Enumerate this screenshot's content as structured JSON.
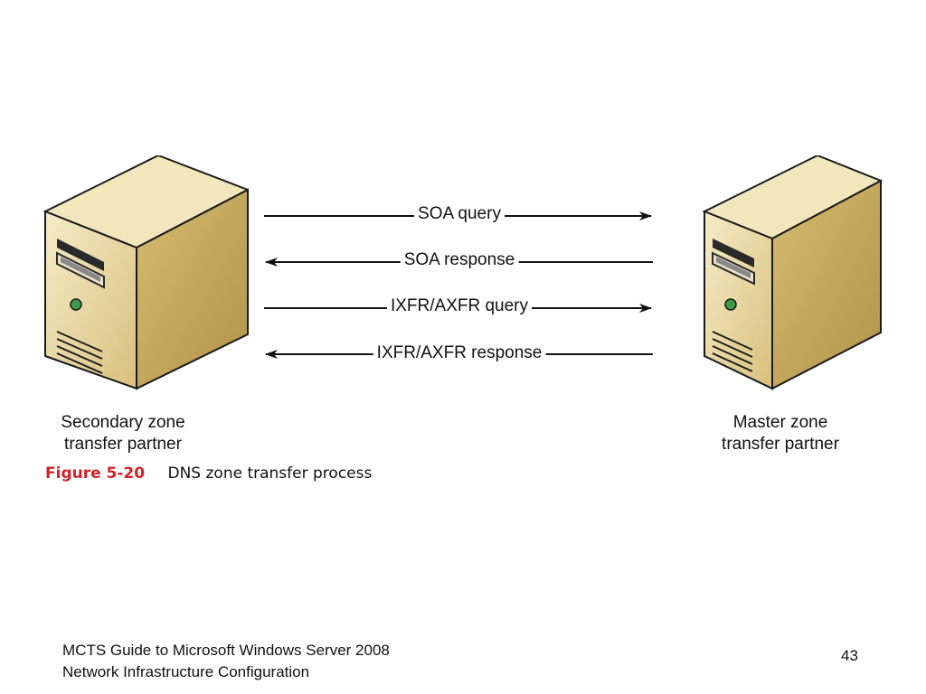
{
  "diagram": {
    "secondary_server": {
      "label_line1": "Secondary zone",
      "label_line2": "transfer partner",
      "icon": "server-tower-icon"
    },
    "master_server": {
      "label_line1": "Master zone",
      "label_line2": "transfer partner",
      "icon": "server-tower-icon"
    },
    "messages": [
      {
        "label": "SOA query",
        "direction": "to-master"
      },
      {
        "label": "SOA response",
        "direction": "to-secondary"
      },
      {
        "label": "IXFR/AXFR query",
        "direction": "to-master"
      },
      {
        "label": "IXFR/AXFR response",
        "direction": "to-secondary"
      }
    ]
  },
  "caption": {
    "figure_number": "Figure 5-20",
    "figure_title": "DNS zone transfer process"
  },
  "footer": {
    "line1": "MCTS Guide to Microsoft Windows Server 2008",
    "line2": "Network Infrastructure Configuration",
    "page_number": "43"
  },
  "colors": {
    "server_front": "#e9d9a3",
    "server_side": "#c9ac5c",
    "server_top": "#f5ebc6",
    "caption_accent": "#d2232a",
    "led": "#3c9a4a"
  }
}
